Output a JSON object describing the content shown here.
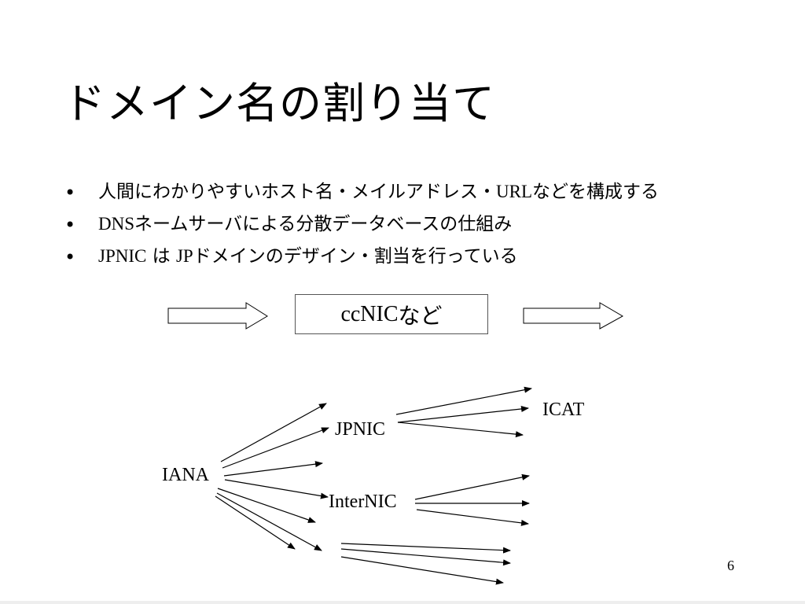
{
  "slide": {
    "title": "ドメイン名の割り当て",
    "bullets": [
      {
        "mark": "•",
        "parts": [
          {
            "text": "人間にわかりやすいホスト名・メイルアドレス・",
            "serif": false
          },
          {
            "text": "URL",
            "serif": true
          },
          {
            "text": "などを構成する",
            "serif": false
          }
        ]
      },
      {
        "mark": "•",
        "parts": [
          {
            "text": "DNS",
            "serif": true
          },
          {
            "text": "ネームサーバによる分散データベースの仕組み",
            "serif": false
          }
        ]
      },
      {
        "mark": "•",
        "parts": [
          {
            "text": "JPNIC",
            "serif": true
          },
          {
            "text": " は ",
            "serif": false
          },
          {
            "text": "JP",
            "serif": true
          },
          {
            "text": "ドメインのデザイン・割当を行っている",
            "serif": false
          }
        ]
      }
    ],
    "flow_box": {
      "parts": [
        {
          "text": "ccNIC",
          "serif": true
        },
        {
          "text": " など",
          "serif": false
        }
      ]
    },
    "diagram_labels": {
      "iana": "IANA",
      "jpnic": "JPNIC",
      "icat": "ICAT",
      "internic": "InterNIC"
    },
    "page_number": "6",
    "colors": {
      "background": "#ffffff",
      "text": "#000000",
      "box_border": "#555555",
      "bottom_strip": "#eeeeee"
    }
  }
}
